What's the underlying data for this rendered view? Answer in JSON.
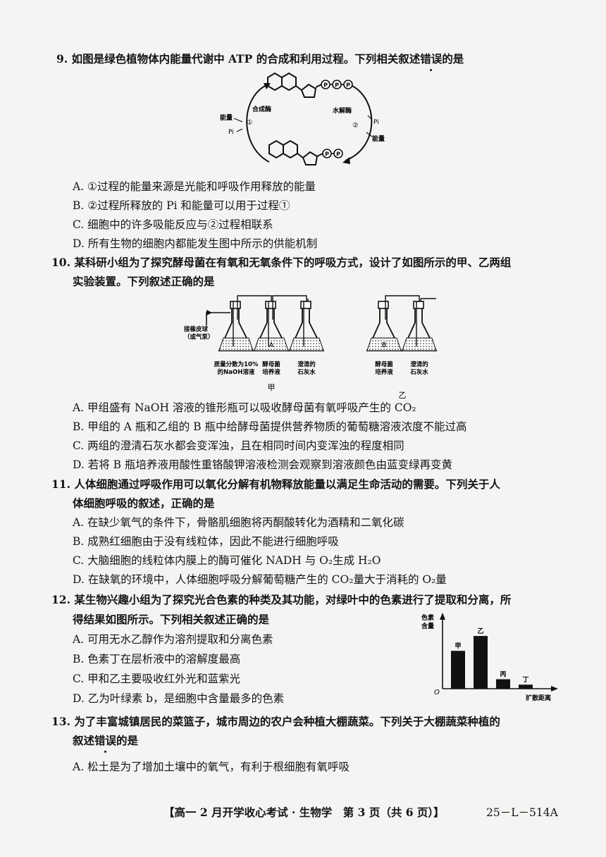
{
  "q9": {
    "stem_a": "9. 如图是绿色植物体内能量代谢中 ATP 的合成和利用过程。下列相关叙述",
    "stem_em": "错误",
    "stem_b": "的是",
    "fig": {
      "enzyme_left": "合成酶",
      "enzyme_right": "水解酶",
      "energy_in": "能量",
      "pi_in": "Pi",
      "step1": "①",
      "step2": "②",
      "pi_out": "Pi",
      "energy_out": "能量",
      "phosphate": "P"
    },
    "options": [
      "A. ①过程的能量来源是光能和呼吸作用释放的能量",
      "B. ②过程所释放的 Pi 和能量可以用于过程①",
      "C. 细胞中的许多吸能反应与②过程相联系",
      "D. 所有生物的细胞内都能发生图中所示的供能机制"
    ]
  },
  "q10": {
    "stem_1": "10. 某科研小组为了探究酵母菌在有氧和无氧条件下的呼吸方式，设计了如图所示的甲、乙两组",
    "stem_2": "实验装置。下列叙述正确的是",
    "fig": {
      "pump_1": "接橡皮球",
      "pump_2": "（或气泵）",
      "flask_a": "A",
      "flask_b": "B",
      "cap1_1": "质量分数为10%",
      "cap1_2": "的NaOH溶液",
      "cap2_1": "酵母菌",
      "cap2_2": "培养液",
      "cap3_1": "澄清的",
      "cap3_2": "石灰水",
      "cap4_1": "酵母菌",
      "cap4_2": "培养液",
      "cap5_1": "澄清的",
      "cap5_2": "石灰水",
      "group_jia": "甲",
      "group_yi": "乙"
    },
    "options": [
      "A. 甲组盛有 NaOH 溶液的锥形瓶可以吸收酵母菌有氧呼吸产生的 CO₂",
      "B. 甲组的 A 瓶和乙组的 B 瓶中给酵母菌提供营养物质的葡萄糖溶液浓度不能过高",
      "C. 两组的澄清石灰水都会变浑浊，且在相同时间内变浑浊的程度相同",
      "D. 若将 B 瓶培养液用酸性重铬酸钾溶液检测会观察到溶液颜色由蓝变绿再变黄"
    ]
  },
  "q11": {
    "stem_1": "11. 人体细胞通过呼吸作用可以氧化分解有机物释放能量以满足生命活动的需要。下列关于人",
    "stem_2": "体细胞呼吸的叙述，正确的是",
    "options": [
      "A. 在缺少氧气的条件下，骨骼肌细胞将丙酮酸转化为酒精和二氧化碳",
      "B. 成熟红细胞由于没有线粒体，因此不能进行细胞呼吸",
      "C. 大脑细胞的线粒体内膜上的酶可催化 NADH 与 O₂生成 H₂O",
      "D. 在缺氧的环境中，人体细胞呼吸分解葡萄糖产生的 CO₂量大于消耗的 O₂量"
    ]
  },
  "q12": {
    "stem_1": "12. 某生物兴趣小组为了探究光合色素的种类及其功能，对绿叶中的色素进行了提取和分离，所",
    "stem_2": "得结果如图所示。下列相关叙述正确的是",
    "options": [
      "A. 可用无水乙醇作为溶剂提取和分离色素",
      "B. 色素丁在层析液中的溶解度最高",
      "C. 甲和乙主要吸收红外光和蓝紫光",
      "D. 乙为叶绿素 b，是细胞中含量最多的色素"
    ]
  },
  "chart_data": {
    "type": "bar",
    "categories": [
      "甲",
      "乙",
      "丙",
      "丁"
    ],
    "values": [
      0.56,
      0.78,
      0.14,
      0.06
    ],
    "ylabel": "色素含量",
    "xlabel": "扩散距离",
    "origin_label": "O",
    "ylim": [
      0,
      1
    ]
  },
  "q13": {
    "stem_1": "13. 为了丰富城镇居民的菜篮子，城市周边的农户会种植大棚蔬菜。下列关于大棚蔬菜种植的",
    "stem_2a": "叙述",
    "stem_2em": "错误",
    "stem_2b": "的是",
    "options": [
      "A. 松土是为了增加土壤中的氧气，有利于根细胞有氧呼吸"
    ]
  },
  "footer": {
    "left": "【高一 2 月开学收心考试 · 生物学　第 3 页（共 6 页）】",
    "right": "25－L－514A"
  }
}
